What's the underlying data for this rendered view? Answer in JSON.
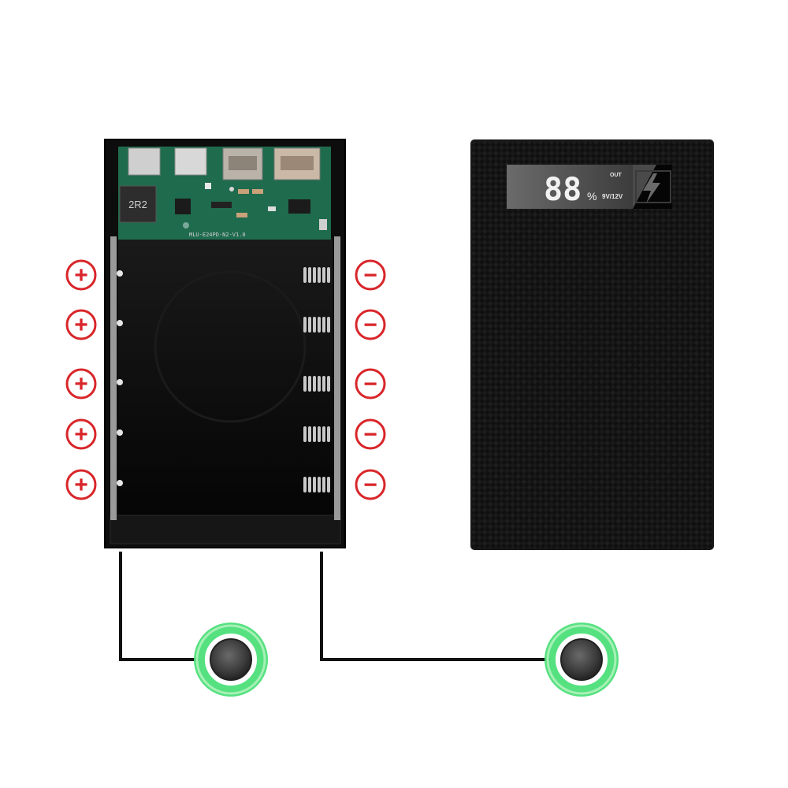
{
  "colors": {
    "polarity": "#d8262a",
    "case": "#0c0c0c",
    "pcb": "#1f6b4d",
    "glow": "#4ce07a",
    "wire": "#111111",
    "lcd_digits": "#f2f2f2"
  },
  "icons": {
    "plus": "plus-sign-icon",
    "minus": "minus-sign-icon",
    "bolt": "lightning-bolt-icon"
  },
  "open_box": {
    "pcb_labels": {
      "inductor": "2R2",
      "board_id": "MLU-E24PD-N2-V1.0"
    },
    "slots": [
      {
        "positive": "+",
        "negative": "−"
      },
      {
        "positive": "+",
        "negative": "−"
      },
      {
        "positive": "+",
        "negative": "−"
      },
      {
        "positive": "+",
        "negative": "−"
      },
      {
        "positive": "+",
        "negative": "−"
      }
    ]
  },
  "closed_box": {
    "display": {
      "digits": "88",
      "percent": "%",
      "out": "OUT",
      "voltage": "9V/12V"
    }
  }
}
